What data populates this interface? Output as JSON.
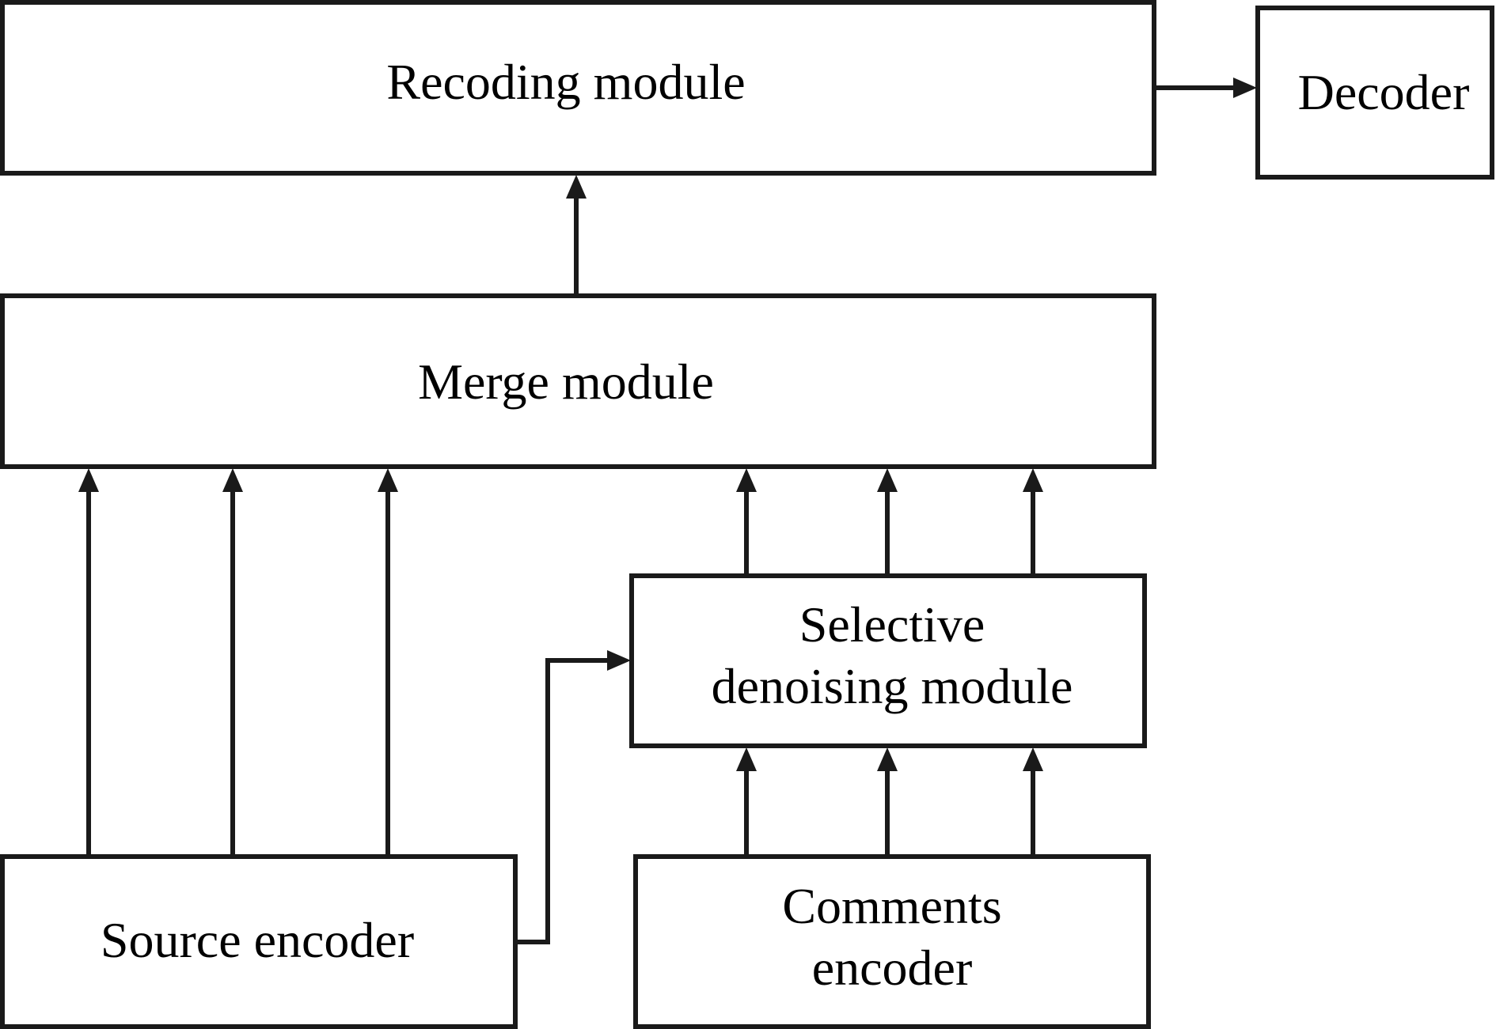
{
  "diagram": {
    "type": "block-diagram",
    "nodes": [
      {
        "id": "recoding",
        "lines": [
          "Recoding module"
        ]
      },
      {
        "id": "decoder",
        "lines": [
          "Decoder"
        ]
      },
      {
        "id": "merge",
        "lines": [
          "Merge module"
        ]
      },
      {
        "id": "selective",
        "lines": [
          "Selective",
          "denoising module"
        ]
      },
      {
        "id": "source",
        "lines": [
          "Source encoder"
        ]
      },
      {
        "id": "comments",
        "lines": [
          "Comments",
          "encoder"
        ]
      }
    ],
    "edges": [
      {
        "from": "recoding",
        "to": "decoder",
        "count": 1
      },
      {
        "from": "merge",
        "to": "recoding",
        "count": 1
      },
      {
        "from": "source",
        "to": "merge",
        "count": 3
      },
      {
        "from": "selective",
        "to": "merge",
        "count": 3
      },
      {
        "from": "source",
        "to": "selective",
        "count": 1
      },
      {
        "from": "comments",
        "to": "selective",
        "count": 3
      }
    ],
    "colors": {
      "stroke": "#1a1a1a",
      "background": "#ffffff",
      "text": "#000000"
    }
  }
}
